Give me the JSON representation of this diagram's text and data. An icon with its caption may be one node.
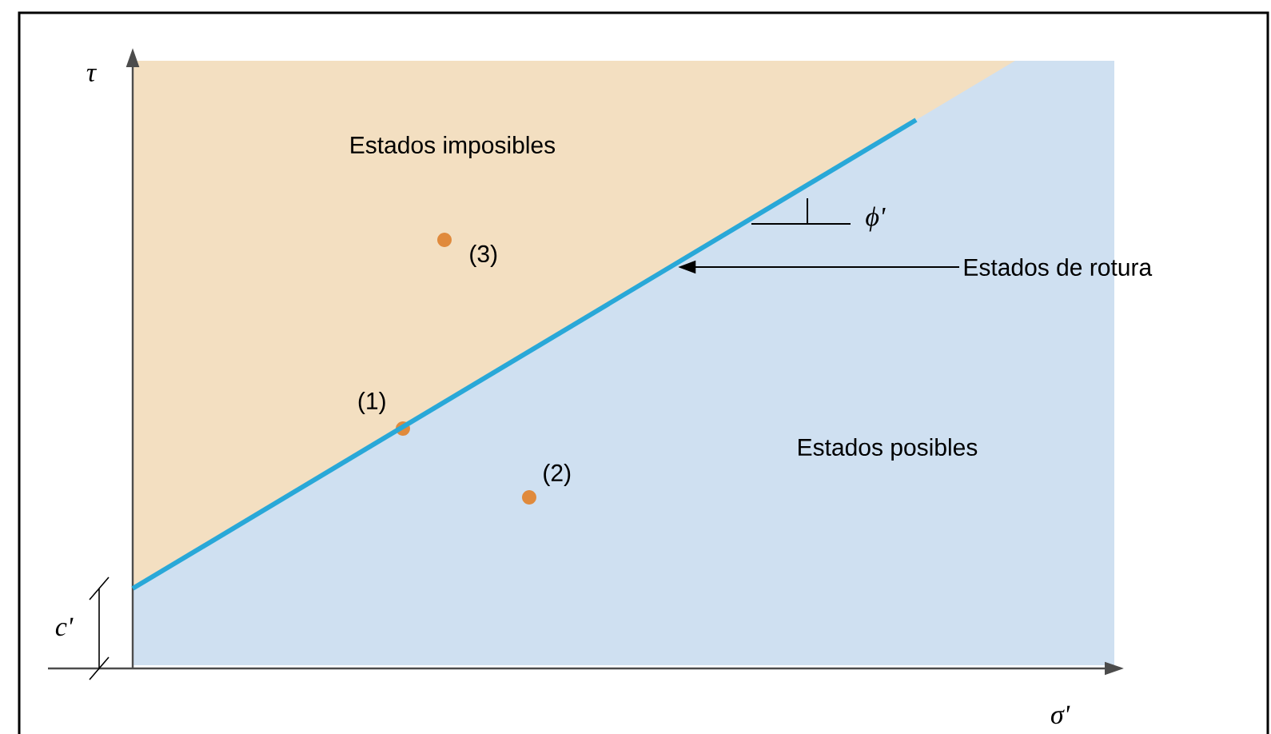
{
  "diagram": {
    "nodes": [
      {
        "text": [
          "Estados de rotura"
        ]
      },
      {
        "text": [],
        "shape": "line"
      }
    ],
    "edges": [
      {
        "from": 0,
        "to": 1,
        "arrow": "to"
      }
    ],
    "labels": [
      "τ",
      "Estados imposibles",
      "(3)",
      "ϕ'",
      "(1)",
      "Estados posibles",
      "(2)",
      "c'",
      "σ'"
    ]
  }
}
